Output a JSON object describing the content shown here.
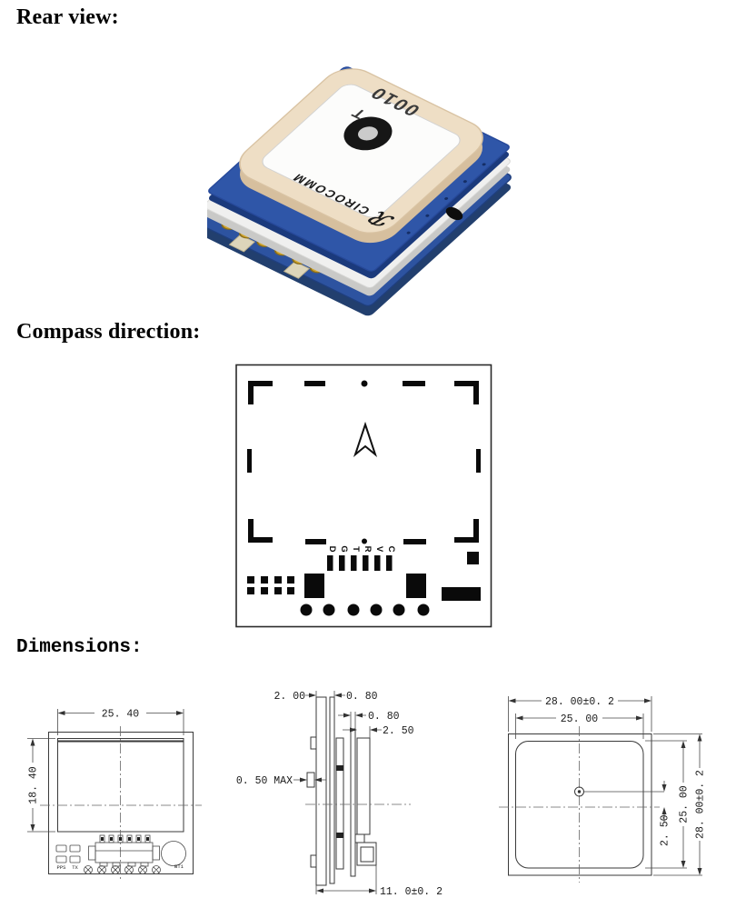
{
  "headings": {
    "rear_view": "Rear view:",
    "compass": "Compass direction:",
    "dimensions": "Dimensions:"
  },
  "photo": {
    "brand": "CIROCOMM",
    "logo_glyph": "ℛ",
    "marking_t": "T",
    "marking_code": "0010",
    "colors": {
      "ceramic": "#eedec5",
      "ceramic_face": "#fcfcfb",
      "pcb_blue": "#2d53a0",
      "spacer_white": "#f0f0ef",
      "pin_gold": "#d2a62c"
    }
  },
  "compass_diagram": {
    "pin_labels": [
      "D",
      "G",
      "T",
      "R",
      "V",
      "C"
    ]
  },
  "front_view": {
    "width": "25. 40",
    "height": "18. 40",
    "label_pps": "PPS",
    "label_tx": "TX",
    "label_bt1": "BT1"
  },
  "side_view": {
    "board_thickness": "2. 00",
    "layer_a": "0. 80",
    "layer_b": "0. 80",
    "antenna_thickness": "2. 50",
    "max_protrusion": "0. 50 MAX",
    "total_height": "11. 0±0. 2"
  },
  "top_view": {
    "outer_width": "28. 00±0. 2",
    "antenna_width": "25. 00",
    "outer_height": "28. 00±0. 2",
    "antenna_height": "25. 00",
    "feed_offset": "2. 50"
  }
}
